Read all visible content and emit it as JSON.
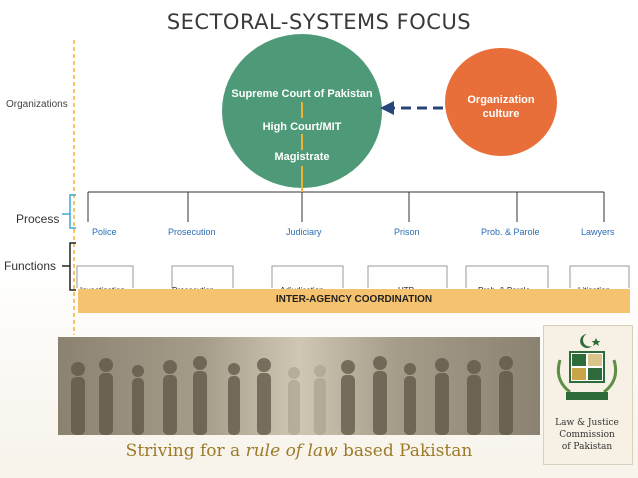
{
  "title": "SECTORAL-SYSTEMS FOCUS",
  "side_labels": {
    "organizations": "Organizations",
    "process": "Process",
    "functions": "Functions"
  },
  "court_circle": {
    "top": "Supreme Court of Pakistan",
    "middle": "High Court/MIT",
    "bottom": "Magistrate",
    "color": "#4e9a78"
  },
  "culture_circle": {
    "line1": "Organization",
    "line2": "culture",
    "color": "#e86f3a"
  },
  "process_items": [
    "Police",
    "Prosecution",
    "Judiciary",
    "Prison",
    "Prob. & Parole",
    "Lawyers"
  ],
  "function_items": [
    "Investigation",
    "Prosecution",
    "Adjudication",
    "UTP",
    "Prob. & Parole",
    "Litigation"
  ],
  "coordination": "INTER-AGENCY COORDINATION",
  "logo": {
    "line1": "Law & Justice",
    "line2": "Commission",
    "line3": "of Pakistan"
  },
  "slogan": {
    "part1": "Striving for a ",
    "part2": "rule",
    "part3": " of ",
    "part4": "law",
    "part5": " based Pakistan"
  },
  "colors": {
    "accent_gold": "#f5c36f",
    "process_text": "#2a6db5",
    "slogan": "#9c7a2a"
  }
}
